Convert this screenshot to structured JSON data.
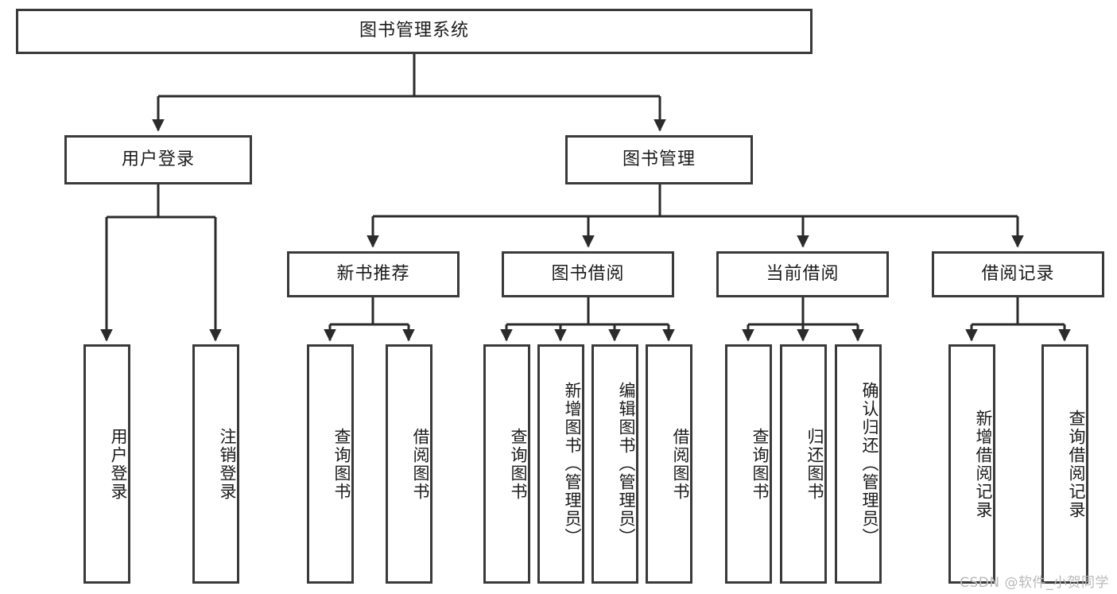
{
  "diagram": {
    "title": "图书管理系统",
    "type": "tree-hierarchy",
    "colors": {
      "box_border": "#3a3a3a",
      "box_fill": "#ffffff",
      "connector": "#2b2b2b",
      "text": "#1b1b1b",
      "watermark": "#b9b9b9"
    },
    "root": {
      "label": "图书管理系统"
    },
    "level2": [
      {
        "label": "用户登录"
      },
      {
        "label": "图书管理"
      }
    ],
    "level3": [
      {
        "label": "新书推荐"
      },
      {
        "label": "图书借阅"
      },
      {
        "label": "当前借阅"
      },
      {
        "label": "借阅记录"
      }
    ],
    "leaves": {
      "user_login": [
        {
          "label": "用户登录"
        },
        {
          "label": "注销登录"
        }
      ],
      "new_book_recommend": [
        {
          "label": "查询图书"
        },
        {
          "label": "借阅图书"
        }
      ],
      "book_borrow": [
        {
          "label": "查询图书"
        },
        {
          "label": "新增图书（管理员）"
        },
        {
          "label": "编辑图书（管理员）"
        },
        {
          "label": "借阅图书"
        }
      ],
      "current_borrow": [
        {
          "label": "查询图书"
        },
        {
          "label": "归还图书"
        },
        {
          "label": "确认归还（管理员）"
        }
      ],
      "borrow_record": [
        {
          "label": "新增借阅记录"
        },
        {
          "label": "查询借阅记录"
        }
      ]
    }
  },
  "watermark": {
    "text": "CSDN @软件_小贺同学"
  }
}
